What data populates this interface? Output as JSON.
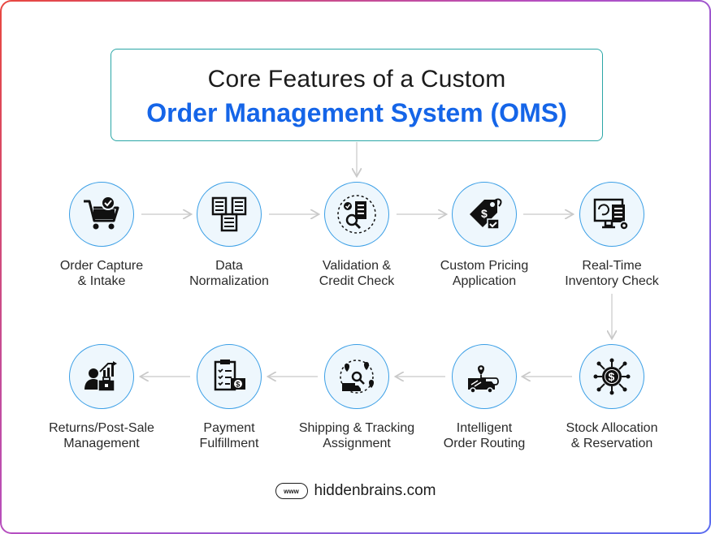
{
  "title": {
    "line1": "Core Features of a Custom",
    "line2": "Order Management System (OMS)"
  },
  "steps": [
    {
      "label": "Order Capture\n& Intake",
      "icon": "shopping-cart-check-icon"
    },
    {
      "label": "Data\nNormalization",
      "icon": "data-grid-icon"
    },
    {
      "label": "Validation &\nCredit Check",
      "icon": "checklist-magnifier-icon"
    },
    {
      "label": "Custom Pricing\nApplication",
      "icon": "price-tag-icon"
    },
    {
      "label": "Real-Time\nInventory Check",
      "icon": "monitor-clipboard-icon"
    },
    {
      "label": "Stock Allocation\n& Reservation",
      "icon": "dollar-coin-network-icon"
    },
    {
      "label": "Intelligent\nOrder Routing",
      "icon": "truck-route-icon"
    },
    {
      "label": "Shipping & Tracking\nAssignment",
      "icon": "location-tracking-icon"
    },
    {
      "label": "Payment\nFulfillment",
      "icon": "invoice-dollar-icon"
    },
    {
      "label": "Returns/Post-Sale\nManagement",
      "icon": "business-growth-icon"
    }
  ],
  "footer": {
    "badge": "www",
    "site": "hiddenbrains.com"
  },
  "colors": {
    "accent": "#1565e8",
    "circle_border": "#3b9fe6",
    "circle_fill": "#eef7fd",
    "title_border": "#2aa6a6",
    "arrow": "#c9c9c9"
  }
}
